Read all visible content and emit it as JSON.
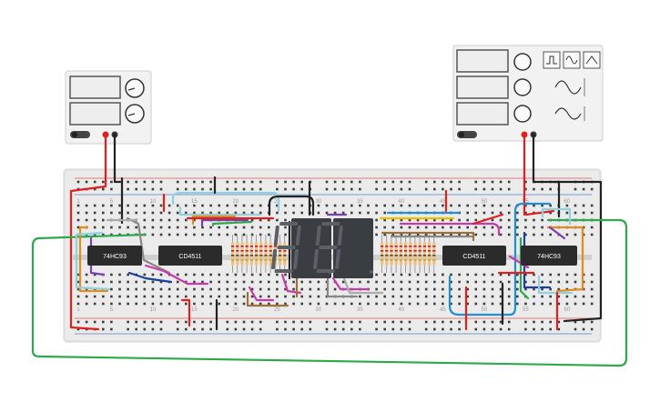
{
  "chips": [
    {
      "id": "left-74hc93",
      "label": "74HC93"
    },
    {
      "id": "left-cd4511",
      "label": "CD4511"
    },
    {
      "id": "right-cd4511",
      "label": "CD4511"
    },
    {
      "id": "right-74hc93",
      "label": "74HC93"
    }
  ],
  "breadboard": {
    "top_numbers": [
      "1",
      "5",
      "10",
      "15",
      "20",
      "25",
      "30",
      "35",
      "40",
      "45",
      "50",
      "55",
      "60"
    ],
    "bottom_numbers": [
      "1",
      "5",
      "10",
      "15",
      "20",
      "25",
      "30",
      "35",
      "40",
      "45",
      "50",
      "55",
      "60"
    ]
  },
  "power_supply": {
    "buttons": [
      "on-off"
    ]
  },
  "function_generator": {
    "waveforms": [
      "square",
      "triangle",
      "sine"
    ]
  },
  "colors": {
    "red_wire": "#e02020",
    "black_wire": "#222222",
    "green_wire": "#2ea84a",
    "blue_wire": "#1f8fd0",
    "breadboard": "#e6e6e6",
    "chip": "#2b2b2b",
    "display": "#3a3d42"
  }
}
